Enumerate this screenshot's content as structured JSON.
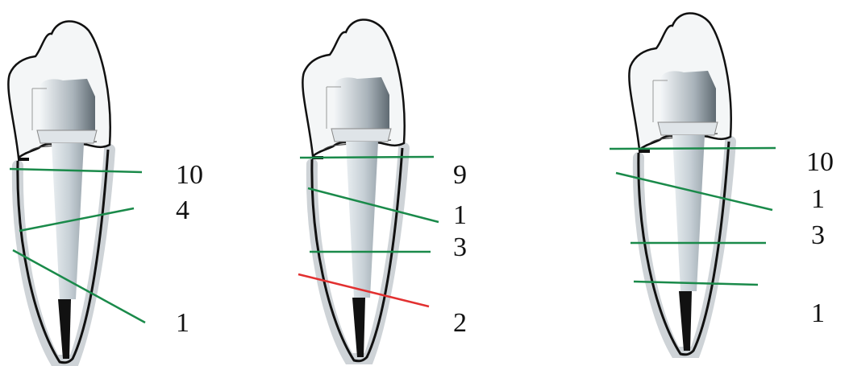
{
  "diagrams": [
    {
      "labels": [
        "10",
        "4",
        "1"
      ],
      "line_colors": [
        "#1a8a4a",
        "#1a8a4a",
        "#1a8a4a"
      ]
    },
    {
      "labels": [
        "9",
        "1",
        "3",
        "2"
      ],
      "line_colors": [
        "#1a8a4a",
        "#1a8a4a",
        "#1a8a4a",
        "#e23030"
      ]
    },
    {
      "labels": [
        "10",
        "1",
        "3",
        "1"
      ],
      "line_colors": [
        "#1a8a4a",
        "#1a8a4a",
        "#1a8a4a",
        "#1a8a4a"
      ]
    }
  ],
  "colors": {
    "outline": "#111111",
    "root_shadow": "#c9ced3",
    "crown_fill": "#f4f6f7",
    "post_fill": "#cfd6db",
    "core_fill": "#9aa3aa",
    "obturation": "#111111"
  }
}
